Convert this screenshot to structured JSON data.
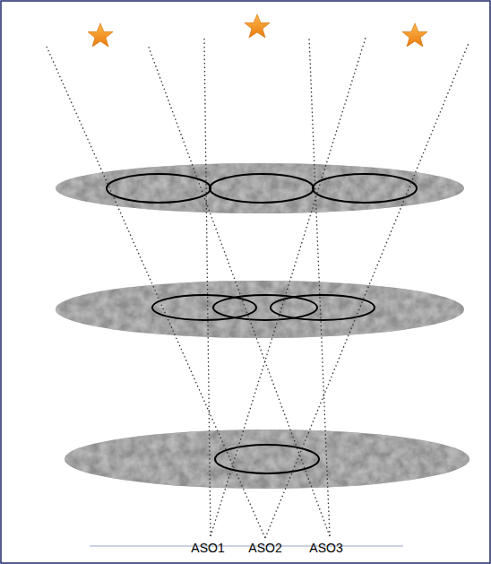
{
  "diagram": {
    "labels": [
      "ASO1",
      "ASO2",
      "ASO3"
    ]
  }
}
